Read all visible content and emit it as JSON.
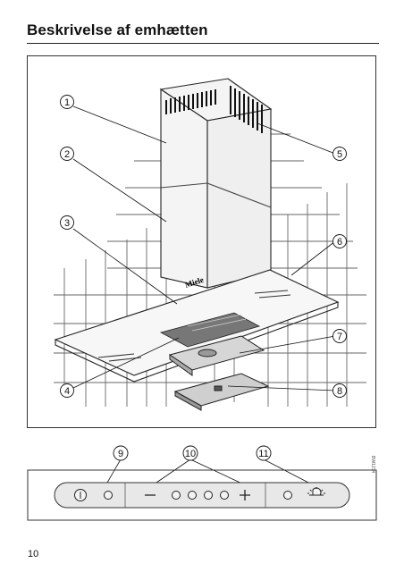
{
  "page": {
    "title": "Beskrivelse af emhætten",
    "page_number": "10",
    "figure_code": "BW1234"
  },
  "hood_figure": {
    "brand_label": "Miele",
    "callouts": [
      "1",
      "2",
      "3",
      "4",
      "5",
      "6",
      "7",
      "8"
    ]
  },
  "control_panel": {
    "callouts": [
      "9",
      "10",
      "11"
    ],
    "controls": [
      {
        "name": "power-button",
        "icon": "power-icon"
      },
      {
        "name": "power-indicator",
        "icon": "indicator-led"
      },
      {
        "name": "fan-minus-button",
        "icon": "minus-icon"
      },
      {
        "name": "fan-level-1",
        "icon": "indicator-led"
      },
      {
        "name": "fan-level-2",
        "icon": "indicator-led"
      },
      {
        "name": "fan-level-3",
        "icon": "indicator-led"
      },
      {
        "name": "fan-level-4",
        "icon": "indicator-led"
      },
      {
        "name": "fan-plus-button",
        "icon": "plus-icon"
      },
      {
        "name": "light-indicator",
        "icon": "indicator-led"
      },
      {
        "name": "light-button",
        "icon": "light-icon"
      }
    ]
  }
}
